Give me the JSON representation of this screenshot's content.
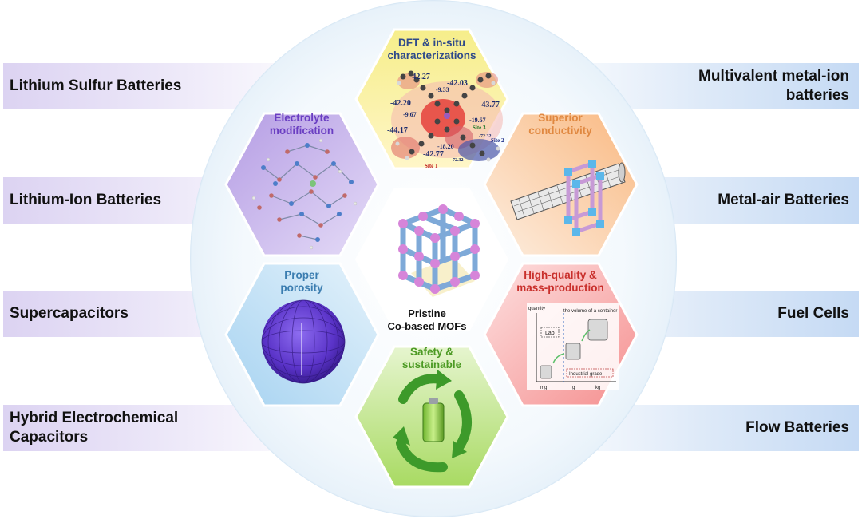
{
  "left_labels": [
    {
      "text": "Lithium Sulfur Batteries"
    },
    {
      "text": "Lithium-Ion Batteries"
    },
    {
      "text": "Supercapacitors"
    },
    {
      "text": "Hybrid Electrochemical Capacitors"
    }
  ],
  "right_labels": [
    {
      "text": "Multivalent metal-ion batteries"
    },
    {
      "text": "Metal-air Batteries"
    },
    {
      "text": "Fuel Cells"
    },
    {
      "text": "Flow Batteries"
    }
  ],
  "hexagons": {
    "top": {
      "title": "DFT & in-situ characterizations",
      "color": "#f3ea70"
    },
    "upper_left": {
      "title": "Electrolyte modification",
      "color": "#b8a2e6"
    },
    "upper_right": {
      "title": "Superior conductivity",
      "color": "#fbc79a"
    },
    "lower_left": {
      "title": "Proper porosity",
      "color": "#bfe0f5"
    },
    "lower_right": {
      "title": "High-quality & mass-production",
      "color": "#f7a5a5"
    },
    "bottom": {
      "title": "Safety & sustainable",
      "color": "#b7e17c"
    }
  },
  "center": {
    "line1": "Pristine",
    "line2": "Co-based MOFs"
  },
  "dft_values": {
    "v1": "-42.27",
    "v2": "-42.03",
    "v3": "-9.33",
    "v4": "-42.20",
    "v5": "-43.77",
    "v6": "-9.67",
    "v7": "-19.67",
    "v8": "-44.17",
    "v9": "-18.20",
    "v10": "-72.32",
    "v11": "-42.77",
    "v12": "-72.32",
    "site1": "Site 1",
    "site2": "Site 2",
    "site3": "Site 3"
  },
  "production_chart": {
    "ylabel": "quantity",
    "annotation": "the volume of a container",
    "lab": "Lab",
    "industrial": "Industrial grade",
    "x_ticks": [
      "mg",
      "g",
      "kg"
    ]
  }
}
